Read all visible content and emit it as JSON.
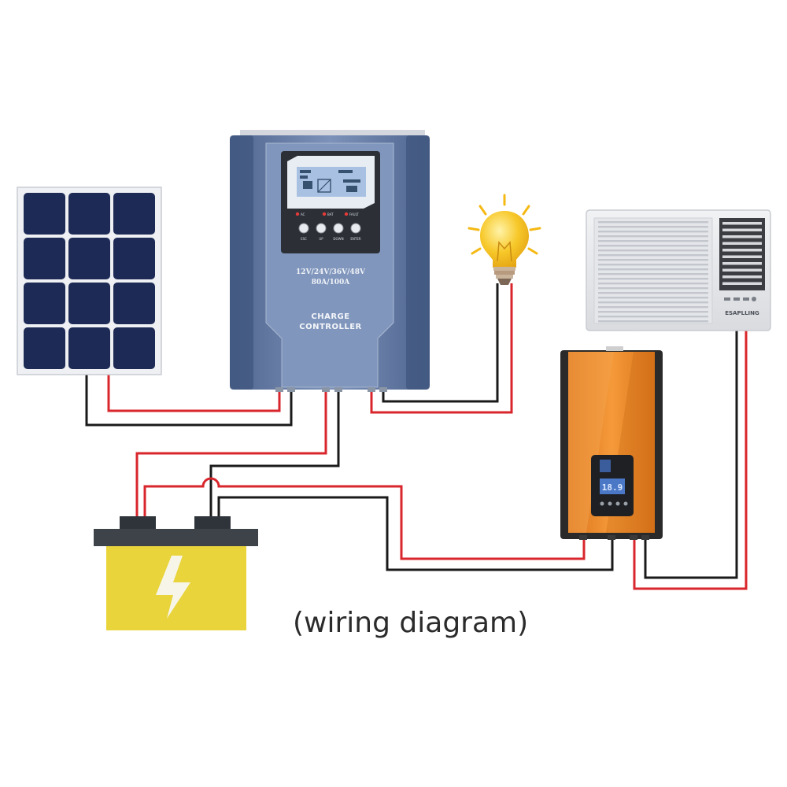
{
  "diagram": {
    "caption": "(wiring diagram)",
    "controller": {
      "label_voltage": "12V/24V/36V/48V",
      "label_current": "80A/100A",
      "label_name_line1": "CHARGE",
      "label_name_line2": "CONTROLLER",
      "indicators": [
        "AC",
        "BAT",
        "FAULT"
      ],
      "buttons": [
        "ESC",
        "UP",
        "DOWN",
        "ENTER"
      ]
    },
    "air_conditioner": {
      "brand": "ESAPLLING"
    },
    "inverter": {
      "display_value": "18.9"
    },
    "colors": {
      "positive_wire": "#d8262c",
      "negative_wire": "#1a1a1a",
      "controller_body": "#6f85ad",
      "inverter_body": "#ee8a2a",
      "battery_body": "#ead43a",
      "solar_cell": "#1c2a55"
    }
  }
}
